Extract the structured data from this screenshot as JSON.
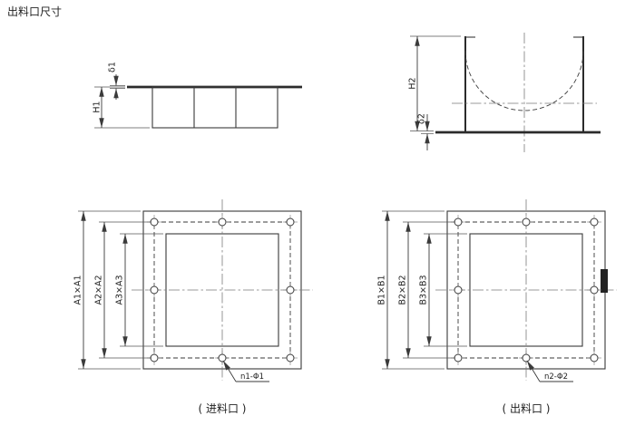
{
  "page": {
    "title": "出料口尺寸"
  },
  "colors": {
    "line": "#3a3a3a",
    "centerline": "#7a7a7a",
    "background": "#ffffff"
  },
  "views": {
    "inlet_elevation": {
      "delta1_label": "δ1",
      "h1_label": "H1"
    },
    "outlet_elevation": {
      "h2_label": "H2",
      "delta2_label": "δ2"
    },
    "inlet_plan": {
      "outer_dim_label": "A1×A1",
      "bolt_dim_label": "A2×A2",
      "opening_dim_label": "A3×A3",
      "holes_label": "n1-Φ1",
      "caption": "( 进料口 )"
    },
    "outlet_plan": {
      "outer_dim_label": "B1×B1",
      "bolt_dim_label": "B2×B2",
      "opening_dim_label": "B3×B3",
      "holes_label": "n2-Φ2",
      "caption": "( 出料口 )"
    }
  }
}
